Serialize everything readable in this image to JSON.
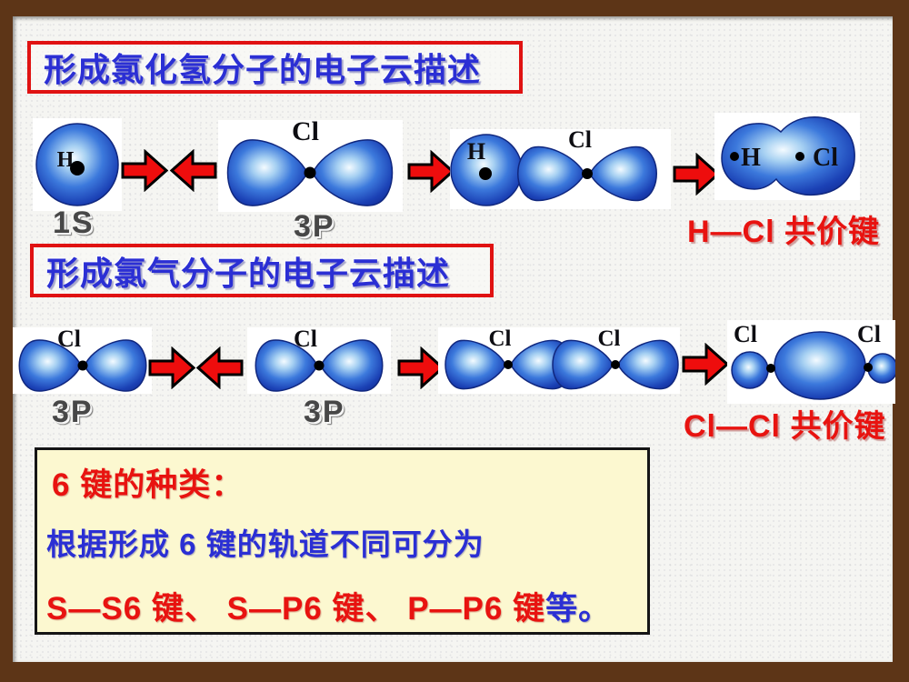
{
  "slide": {
    "colors": {
      "frame_brown": "#5d3517",
      "paper": "#f5f5f2",
      "title_blue": "#2b2fd4",
      "accent_red": "#e81310",
      "note_bg": "#fcf8d0",
      "cloud_dark": "#132f9c",
      "cloud_mid": "#3c79dc",
      "cloud_light": "#f4fbff"
    }
  },
  "section_hcl": {
    "title": "形成氯化氢分子的电子云描述",
    "h_atom_label": "H",
    "orbital_1s": "1S",
    "cl_atom_label": "Cl",
    "orbital_3p": "3P",
    "merged_h_label": "H",
    "merged_cl_label": "Cl",
    "result_h_label": "H",
    "result_cl_label": "Cl",
    "caption": "H—Cl 共价键"
  },
  "section_cl2": {
    "title": "形成氯气分子的电子云描述",
    "cl_label_a": "Cl",
    "orbital_3p_a": "3P",
    "cl_label_b": "Cl",
    "orbital_3p_b": "3P",
    "overlap_cl_1": "Cl",
    "overlap_cl_2": "Cl",
    "result_cl_1": "Cl",
    "result_cl_2": "Cl",
    "caption": "Cl—Cl 共价键"
  },
  "sigma_box": {
    "heading": "6 键的种类：",
    "body": "根据形成 6 键的轨道不同可分为",
    "types_red": "S—S6 键、 S—P6 键、 P—P6 键",
    "types_tail": "等。"
  }
}
